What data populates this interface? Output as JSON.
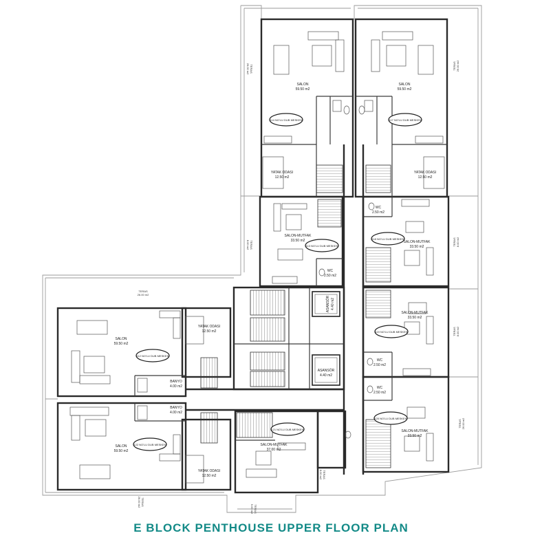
{
  "title": "E BLOCK PENTHOUSE UPPER FLOOR PLAN",
  "colors": {
    "title": "#138a87",
    "walls": "#2a2a2a",
    "terrace": "#9a9a9a"
  },
  "units": {
    "u114": "114 NO'LU DUB MESKEN",
    "u117": "117 NO'LU DUB MESKEN",
    "u113": "113 NO'LU DUB MESKEN",
    "u118": "118 NO'LU DUB MESKEN",
    "u119": "119 NO'LU DUB MESKEN",
    "u112": "112 NO'LU DUB MESKEN",
    "u122": "122 NO'LU DUB MESKEN",
    "u121": "121 NO'LU DUB MESKEN",
    "u120": "120 NO'LU DUB MESKEN"
  },
  "rooms": {
    "salon": "SALON",
    "salon_area_large": "59.50 m2",
    "salon_mutfak": "SALON-MUTFAK",
    "salon_mutfak_area": "33.50 m2",
    "salon_mutfak_area_121": "37.00 m2",
    "yatak": "YATAK ODASI",
    "yatak_area": "12.50 m2",
    "wc": "WC",
    "wc_area": "2.50 m2",
    "banyo": "BANYO",
    "banyo_area": "4.00 m2",
    "asansor": "ASANSÖR",
    "asansor_area": "4.40 m2"
  },
  "terraces": {
    "label": "TERAS",
    "area_26": "26.00 m2",
    "area_8": "8.00 m2",
    "area_5": "5.00 m2"
  }
}
